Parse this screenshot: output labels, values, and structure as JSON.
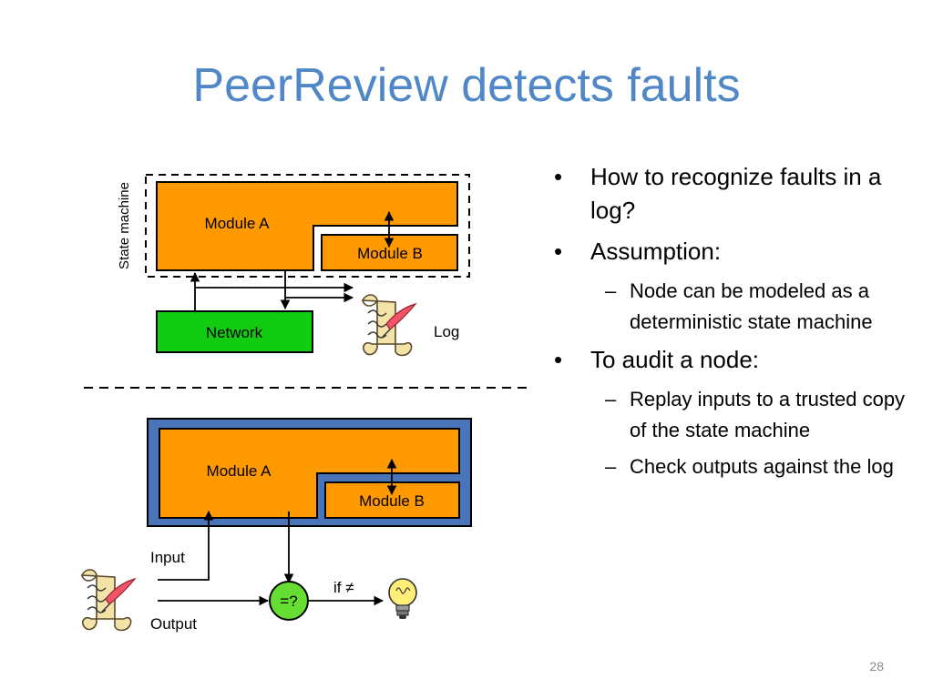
{
  "slide": {
    "title": "PeerReview detects faults",
    "number": "28"
  },
  "diagram_top": {
    "state_machine_label": "State machine",
    "module_a": "Module A",
    "module_b": "Module B",
    "network": "Network",
    "log": "Log"
  },
  "diagram_bottom": {
    "module_a": "Module A",
    "module_b": "Module B",
    "input": "Input",
    "output": "Output",
    "compare": "=?",
    "if_not_equal": "if ≠"
  },
  "bullets": [
    {
      "text": "How to recognize faults in a log?",
      "level": 1
    },
    {
      "text": "Assumption:",
      "level": 1
    },
    {
      "text": "Node can be modeled as a deterministic state machine",
      "level": 2
    },
    {
      "text": "To audit a node:",
      "level": 1
    },
    {
      "text": "Replay inputs to a trusted copy of the state machine",
      "level": 2
    },
    {
      "text": "Check outputs against the log",
      "level": 2
    }
  ],
  "colors": {
    "title": "#4f87c7",
    "module": "#ff9900",
    "network": "#11cc11",
    "trusted_frame": "#4a74b9",
    "compare": "#66dd33",
    "scroll": "#f3e3a8"
  },
  "icons": [
    "scroll-log-icon",
    "lightbulb-icon"
  ]
}
